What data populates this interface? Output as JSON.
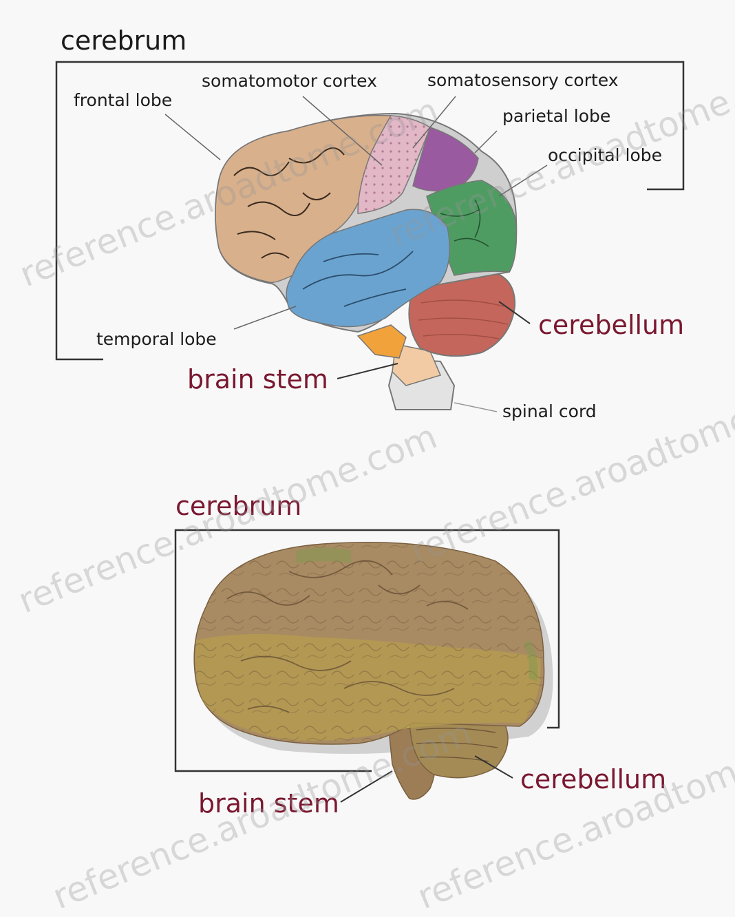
{
  "top_diagram": {
    "cerebrum": "cerebrum",
    "frontal_lobe": "frontal lobe",
    "somatomotor_cortex": "somatomotor cortex",
    "somatosensory_cortex": "somatosensory cortex",
    "parietal_lobe": "parietal lobe",
    "occipital_lobe": "occipital lobe",
    "temporal_lobe": "temporal lobe",
    "cerebellum": "cerebellum",
    "brain_stem": "brain stem",
    "spinal_cord": "spinal cord"
  },
  "bottom_diagram": {
    "cerebrum": "cerebrum",
    "cerebellum": "cerebellum",
    "brain_stem": "brain stem"
  },
  "watermark": "reference.aroadtome.com",
  "colors": {
    "frontal": "#d9b08c",
    "somatomotor": "#e2b7c6",
    "parietal": "#9a5aa0",
    "occipital": "#4f9c63",
    "temporal": "#6aa3cf",
    "cerebellum": "#c4665b",
    "brain_stem": "#f2cba4",
    "brain_stem_upper": "#f2a23a",
    "spinal_cord": "#e3e3e3",
    "label_red": "#7a1830",
    "real_brain": "#a88b63",
    "real_brain_yellow": "#b59c4e"
  }
}
